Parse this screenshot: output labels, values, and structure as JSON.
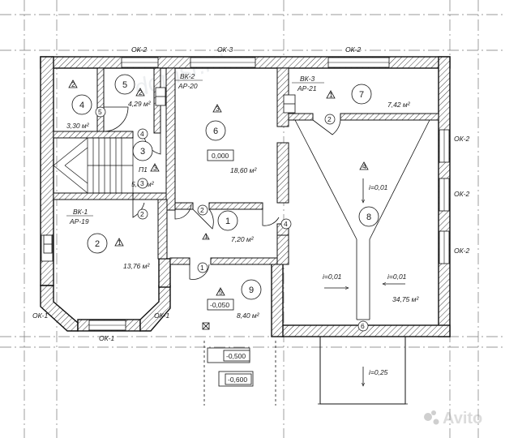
{
  "watermark": {
    "text": "Avito"
  },
  "windows": {
    "top_left": "ОК-2",
    "top_middle": "ОК-3",
    "top_right": "ОК-2",
    "right_1": "ОК-2",
    "right_2": "ОК-2",
    "right_3": "ОК-2",
    "bottom_left_1": "ОК-1",
    "bottom_left_2": "ОК-1",
    "bottom_center": "ОК-1"
  },
  "vents": [
    {
      "id": "vk1",
      "label": "ВК-1",
      "ref": "АР-19"
    },
    {
      "id": "vk2",
      "label": "ВК-2",
      "ref": "АР-20"
    },
    {
      "id": "vk3",
      "label": "ВК-3",
      "ref": "АР-21"
    }
  ],
  "rooms": [
    {
      "id": "r1",
      "number": "1",
      "area": "7,20 м²",
      "finish": "1"
    },
    {
      "id": "r2",
      "number": "2",
      "area": "13,76 м²",
      "finish": "1"
    },
    {
      "id": "r3",
      "number": "3",
      "area": "5,00 м²",
      "finish": "3",
      "note": "П1"
    },
    {
      "id": "r4",
      "number": "4",
      "area": "3,30 м²",
      "finish": "2"
    },
    {
      "id": "r5",
      "number": "5",
      "area": "4,29 м²",
      "finish": "2"
    },
    {
      "id": "r6",
      "number": "6",
      "area": "18,60 м²",
      "finish": "3"
    },
    {
      "id": "r7",
      "number": "7",
      "area": "7,42 м²",
      "finish": "1"
    },
    {
      "id": "r8",
      "number": "8",
      "area": "34,75 м²",
      "finish": "4"
    },
    {
      "id": "r9",
      "number": "9",
      "area": "8,40 м²",
      "finish": "5"
    }
  ],
  "doors": {
    "d_r4": "5",
    "d_r3_top": "4",
    "d_r3_side": "3",
    "d_r2": "2",
    "d_r6": "2",
    "d_r1_right": "4",
    "d_r1_bottom": "1",
    "d_r7": "2",
    "d_r8": "6"
  },
  "levels": {
    "floor": "0,000",
    "porch": "-0,050",
    "step1": "-0,500",
    "step2": "-0,600"
  },
  "slopes": {
    "s1": "i=0,01",
    "s2": "i=0,01",
    "s3": "i=0,01",
    "ramp": "i=0,25"
  }
}
